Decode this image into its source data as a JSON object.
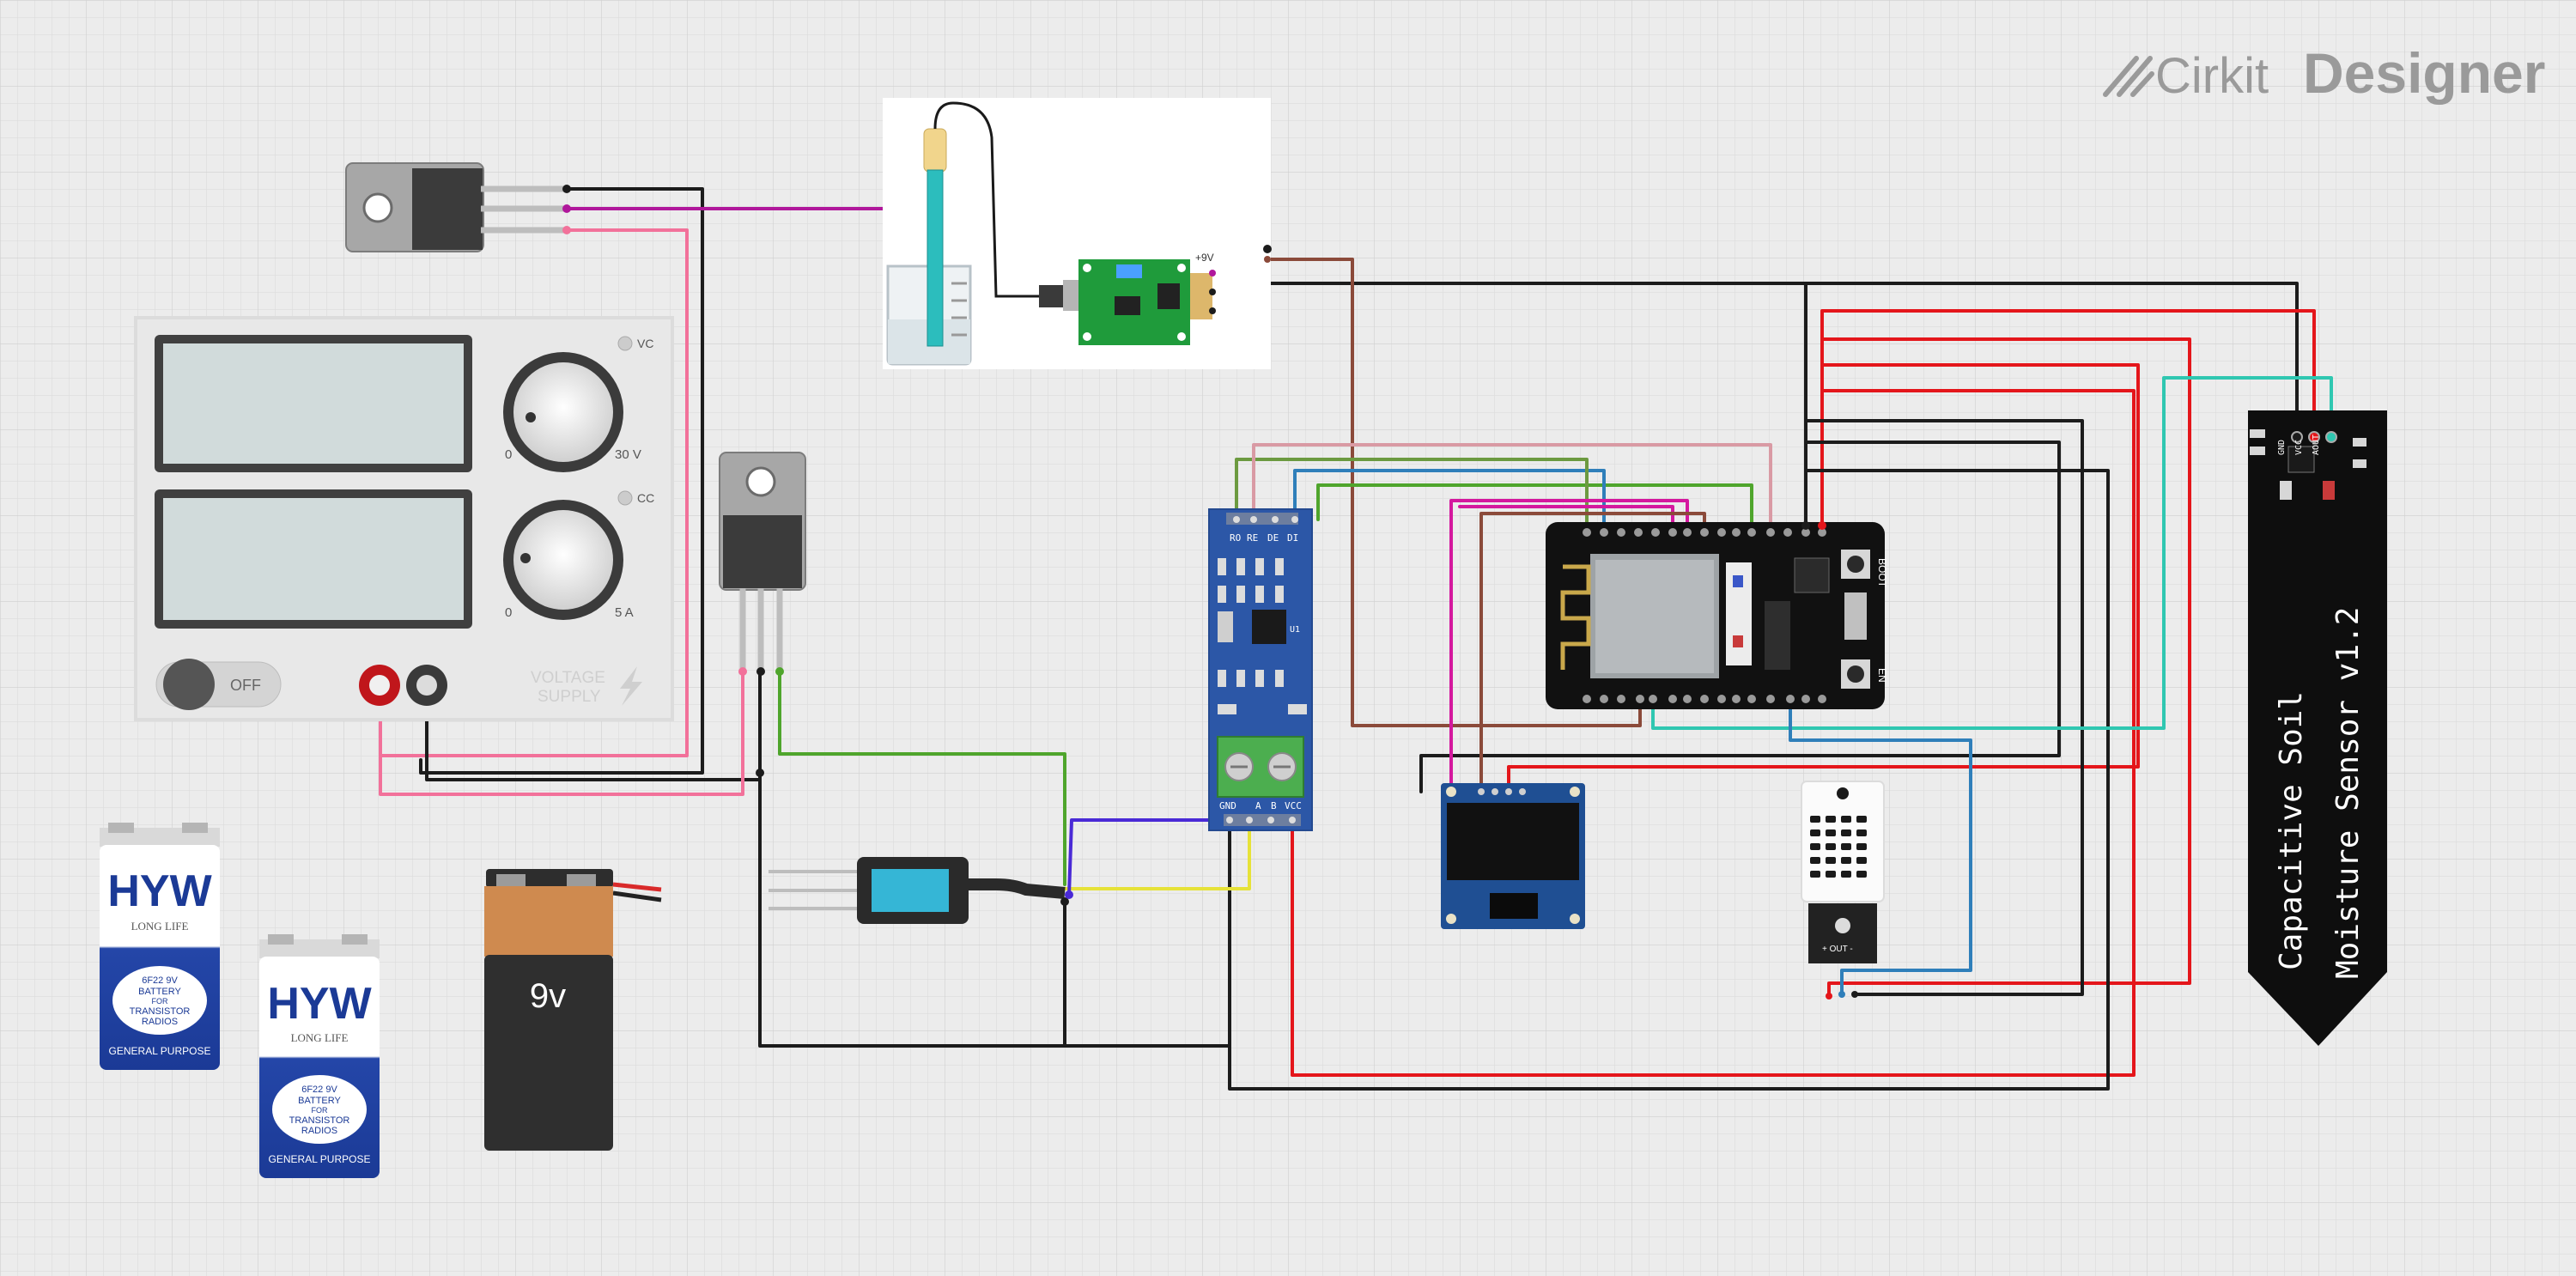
{
  "app": {
    "logo_brand": "Cirkit",
    "logo_product": "Designer"
  },
  "power_supply": {
    "v_knob_min": "0",
    "v_knob_max": "30 V",
    "v_indicator": "VC",
    "i_knob_min": "0",
    "i_knob_max": "5 A",
    "i_indicator": "CC",
    "switch_label": "OFF",
    "panel_label_1": "VOLTAGE",
    "panel_label_2": "SUPPLY"
  },
  "battery_hyw_1": {
    "brand": "HYW",
    "tagline": "LONG LIFE",
    "line1": "6F22 9V",
    "line2": "BATTERY",
    "line3": "FOR",
    "line4": "TRANSISTOR",
    "line5": "RADIOS",
    "footer": "GENERAL PURPOSE"
  },
  "battery_hyw_2": {
    "brand": "HYW",
    "tagline": "LONG LIFE",
    "line1": "6F22 9V",
    "line2": "BATTERY",
    "line3": "FOR",
    "line4": "TRANSISTOR",
    "line5": "RADIOS",
    "footer": "GENERAL PURPOSE"
  },
  "battery_9v": {
    "label": "9v"
  },
  "ph_module": {
    "pin_label": "+9V"
  },
  "rs485_module": {
    "top_pins": [
      "RO",
      "RE",
      "DE",
      "DI"
    ],
    "bottom_pins": [
      "VCC",
      "B",
      "A",
      "GND"
    ],
    "chip_label": "U1"
  },
  "esp32": {
    "btn_boot": "BOOT",
    "btn_en": "EN"
  },
  "dht22": {
    "pin_label": "+ OUT -"
  },
  "soil_sensor": {
    "title_line1": "Capacitive Soil",
    "title_line2": "Moisture Sensor v1.2",
    "pins": [
      "GND",
      "VCC",
      "AOUT"
    ]
  },
  "colors": {
    "background": "#ebebeb",
    "wire_black": "#1c1c1c",
    "wire_red": "#e4161b",
    "wire_pink": "#f2719a",
    "wire_magenta": "#b0179b",
    "wire_brown": "#8b4a3a",
    "wire_green": "#4fa52c",
    "wire_blue": "#2f7fba",
    "wire_teal": "#2fc7b1",
    "wire_yellow": "#e6e238",
    "wire_purple": "#4a2ad6",
    "board_blue": "#2c57a7",
    "pcb_black": "#1a1a1a"
  }
}
